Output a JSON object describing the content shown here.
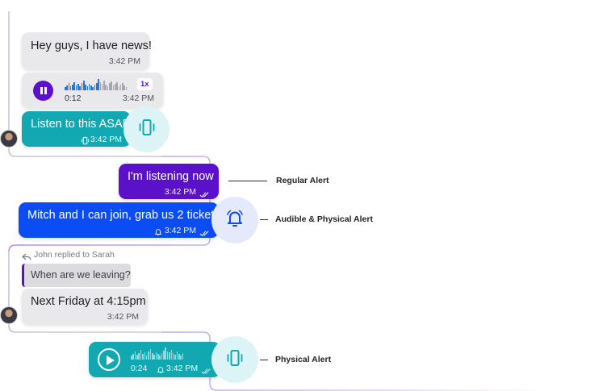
{
  "messages": {
    "m1": {
      "text": "Hey guys, I have news!",
      "time": "3:42 PM"
    },
    "voice1": {
      "duration": "0:12",
      "time": "3:42 PM",
      "speed": "1x",
      "played_fraction": 0.55
    },
    "m2": {
      "text": "Listen to this ASAP",
      "time": "3:42 PM"
    },
    "m3": {
      "text": "I'm listening now",
      "time": "3:42 PM"
    },
    "m4": {
      "text": "Mitch and I can join, grab us 2 tickets!",
      "time": "3:42 PM"
    },
    "reply": {
      "label": "John replied to Sarah",
      "quote": "When are we leaving?"
    },
    "m5": {
      "text": "Next Friday at 4:15pm",
      "time": "3:42 PM"
    },
    "voice2": {
      "duration": "0:24",
      "time": "3:42 PM",
      "played_fraction": 0.0
    }
  },
  "annotations": {
    "regular": "Regular Alert",
    "audible": "Audible & Physical Alert",
    "physical": "Physical Alert"
  },
  "colors": {
    "teal": "#11a8b2",
    "purple": "#5b10c9",
    "blue": "#0b4cf5",
    "gray_bubble": "#e9e9ec",
    "reply_accent": "#5b10c9"
  },
  "icons": {
    "pause": "pause-icon",
    "play": "play-icon",
    "vibrate": "vibrate-icon",
    "bell": "bell-icon",
    "double_check": "double-check-icon",
    "reply": "reply-arrow-icon"
  }
}
